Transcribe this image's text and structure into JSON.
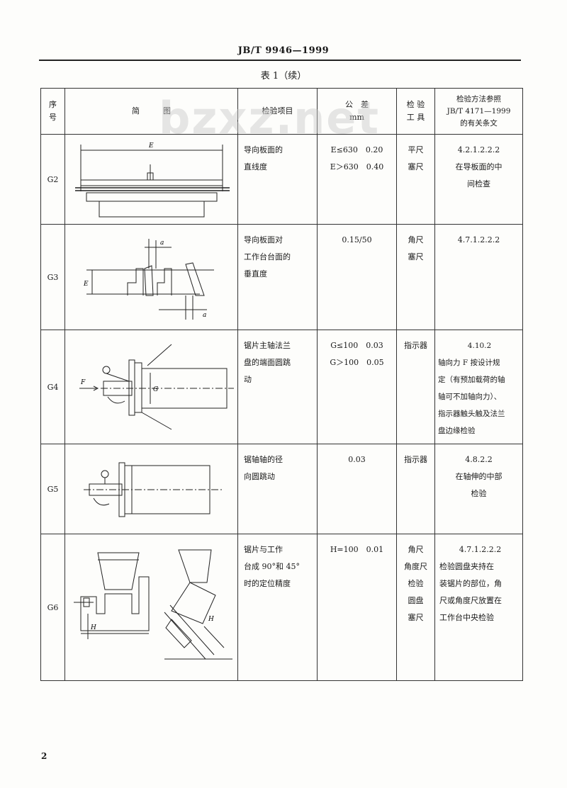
{
  "header": {
    "standard_code": "JB/T 9946—1999"
  },
  "table_caption": "表 1（续）",
  "watermark": "bzxz.net",
  "columns": {
    "no": "序\n号",
    "diagram": "简　　　图",
    "item": "检验项目",
    "tolerance": "公　差\nmm",
    "tool": "检 验\n工 具",
    "method": "检验方法参照\nJB/T 4171—1999\n的有关条文"
  },
  "rows": [
    {
      "no": "G2",
      "item": [
        "导向板面的",
        "直线度"
      ],
      "tolerance": [
        "E≤630　0.20",
        "E＞630　0.40"
      ],
      "tool": [
        "平尺",
        "塞尺"
      ],
      "method": [
        "4.2.1.2.2.2",
        "在导板面的中",
        "间检查"
      ],
      "labels": [
        "E"
      ]
    },
    {
      "no": "G3",
      "item": [
        "导向板面对",
        "工作台台面的",
        "垂直度"
      ],
      "tolerance": [
        "0.15/50"
      ],
      "tool": [
        "角尺",
        "塞尺"
      ],
      "method": [
        "4.7.1.2.2.2"
      ],
      "labels": [
        "a",
        "E",
        "a"
      ]
    },
    {
      "no": "G4",
      "item": [
        "锯片主轴法兰",
        "盘的端面圆跳",
        "动"
      ],
      "tolerance": [
        "G≤100　0.03",
        "G＞100　0.05"
      ],
      "tool": [
        "指示器"
      ],
      "method": [
        "4.10.2",
        "轴向力 F 按设计规",
        "定（有预加载荷的轴",
        "轴可不加轴向力）、",
        "指示器触头触及法兰",
        "盘边缘检验"
      ],
      "labels": [
        "F",
        "G"
      ]
    },
    {
      "no": "G5",
      "item": [
        "锯轴轴的径",
        "向圆跳动"
      ],
      "tolerance": [
        "0.03"
      ],
      "tool": [
        "指示器"
      ],
      "method": [
        "4.8.2.2",
        "在轴伸的中部",
        "检验"
      ]
    },
    {
      "no": "G6",
      "item": [
        "锯片与工作",
        "台成 90°和 45°",
        "时的定位精度"
      ],
      "tolerance": [
        "H=100　0.01"
      ],
      "tool": [
        "角尺",
        "角度尺",
        "检验",
        "圆盘",
        "塞尺"
      ],
      "method": [
        "4.7.1.2.2.2",
        "检验圆盘夹持在",
        "装锯片的部位，角",
        "尺或角度尺放置在",
        "工作台中央检验"
      ],
      "labels": [
        "H",
        "H"
      ]
    }
  ],
  "page_number": "2"
}
